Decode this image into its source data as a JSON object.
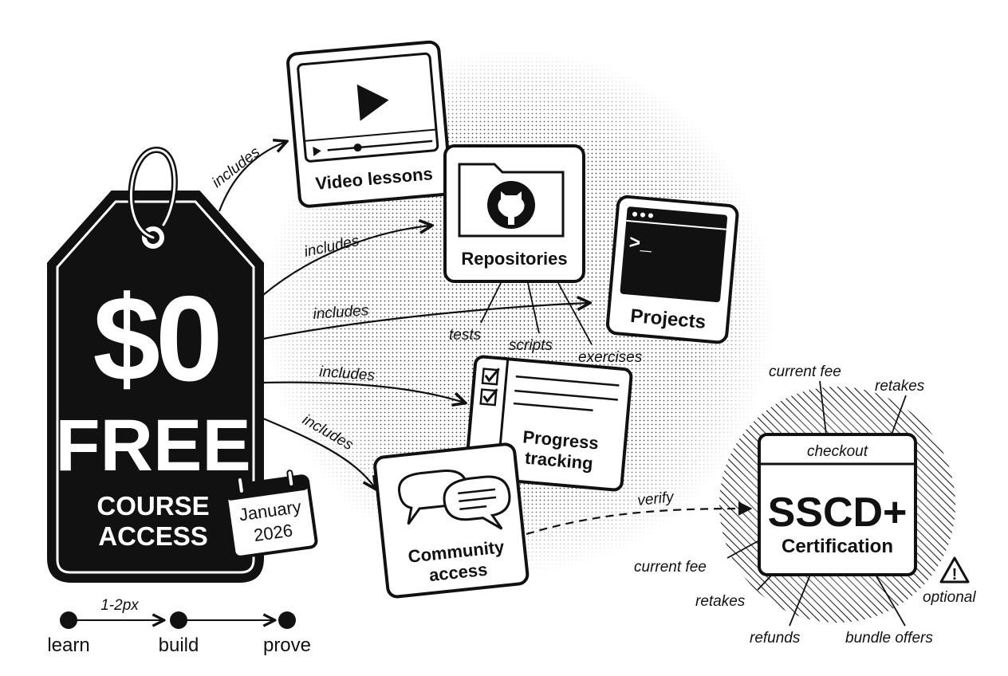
{
  "price_tag": {
    "price": "$0",
    "free": "FREE",
    "course_line1": "COURSE",
    "course_line2": "ACCESS",
    "calendar_line1": "January",
    "calendar_line2": "2026"
  },
  "edge_labels": {
    "to_video": "includes",
    "to_repos": "includes",
    "to_projects": "includes",
    "to_progress": "includes",
    "to_community": "includes",
    "to_cert": "verify"
  },
  "cards": {
    "video": "Video lessons",
    "repos": "Repositories",
    "projects": "Projects",
    "progress_line1": "Progress",
    "progress_line2": "tracking",
    "community_line1": "Community",
    "community_line2": "access",
    "terminal_prompt": ">_"
  },
  "repo_labels": {
    "tests": "tests",
    "scripts": "scripts",
    "exercises": "exercises"
  },
  "certification": {
    "checkout": "checkout",
    "name": "SSCD+",
    "subtitle": "Certification",
    "fee_top": "current fee",
    "retakes_top": "retakes",
    "fee_left": "current fee",
    "retakes_left": "retakes",
    "refunds": "refunds",
    "bundle": "bundle offers",
    "optional": "optional",
    "warning_mark": "!"
  },
  "flow": {
    "step1": "learn",
    "step2": "build",
    "step3": "prove",
    "note": "1-2px"
  }
}
